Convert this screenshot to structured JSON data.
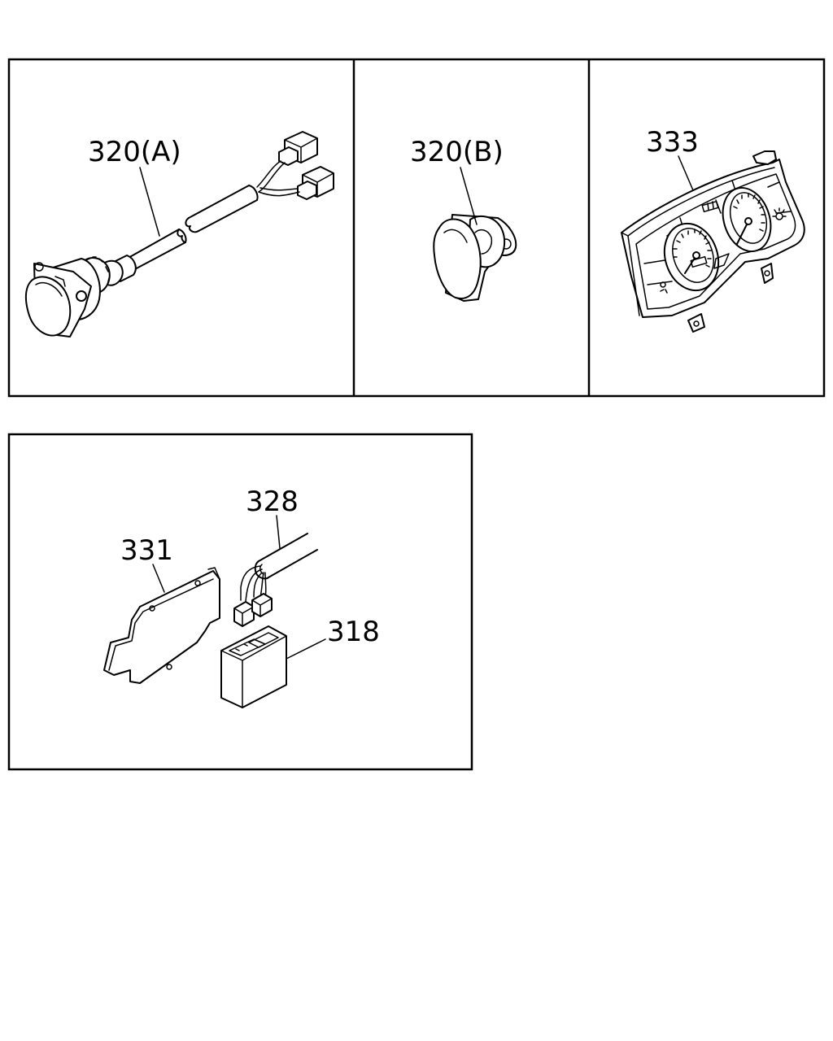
{
  "callouts": {
    "c320a": "320(A)",
    "c320b": "320(B)",
    "c333": "333",
    "c328": "328",
    "c331": "331",
    "c318": "318"
  }
}
